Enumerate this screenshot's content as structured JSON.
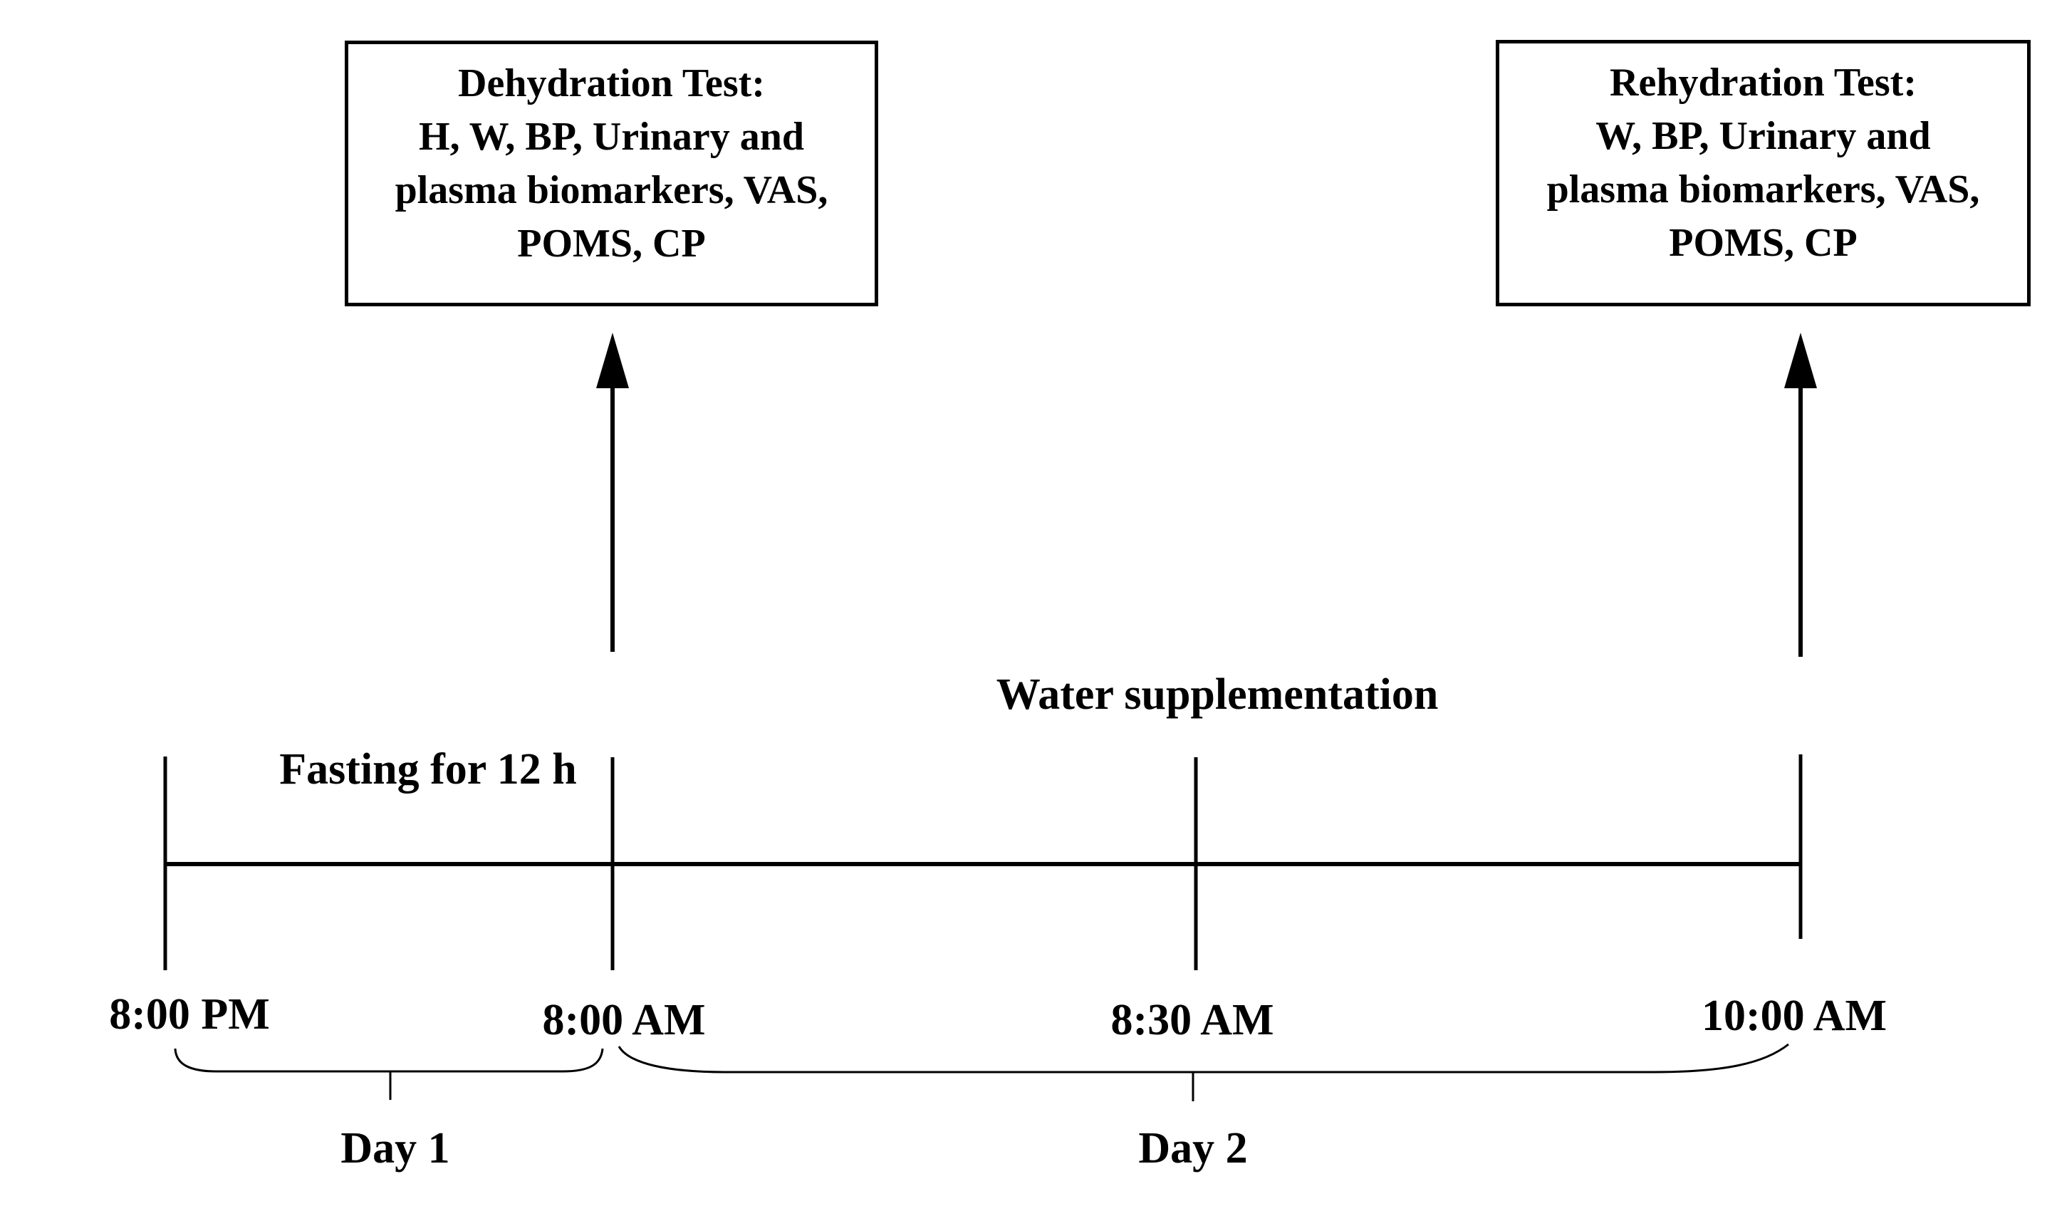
{
  "colors": {
    "ink": "#000000",
    "background": "#ffffff"
  },
  "boxes": {
    "dehydration": {
      "lines": [
        "Dehydration Test:",
        "H, W, BP, Urinary and",
        "plasma biomarkers, VAS,",
        "POMS, CP"
      ]
    },
    "rehydration": {
      "lines": [
        "Rehydration Test:",
        "W, BP, Urinary and",
        "plasma biomarkers, VAS,",
        "POMS, CP"
      ]
    }
  },
  "annotations": {
    "fasting": "Fasting for 12 h",
    "water_supplementation": "Water supplementation"
  },
  "timeline": {
    "times": [
      {
        "label": "8:00 PM"
      },
      {
        "label": "8:00 AM"
      },
      {
        "label": "8:30 AM"
      },
      {
        "label": "10:00 AM"
      }
    ],
    "days": [
      {
        "label": "Day 1"
      },
      {
        "label": "Day 2"
      }
    ]
  }
}
